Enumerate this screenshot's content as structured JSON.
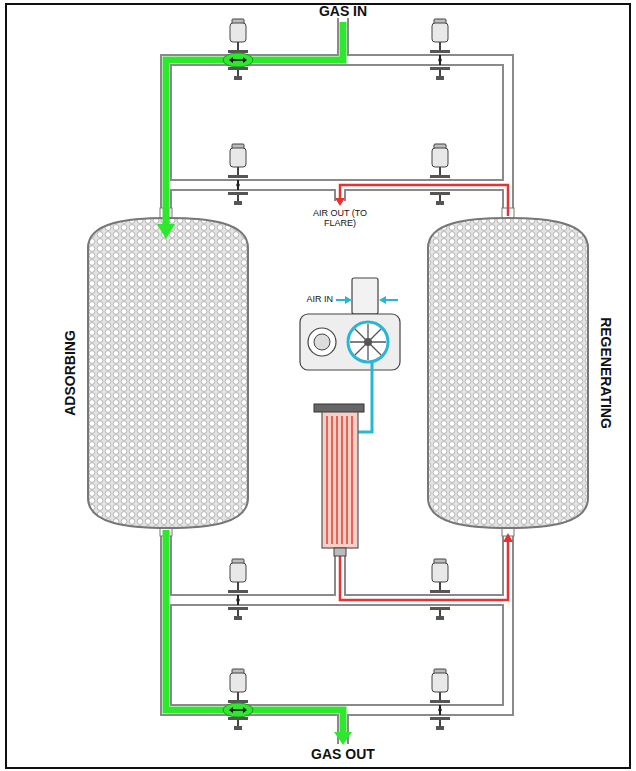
{
  "diagram": {
    "nodes": [
      {
        "text": [
          "ADSORBING"
        ]
      },
      {
        "text": [
          "REGENERATING"
        ]
      }
    ],
    "labels": [
      "GAS IN",
      "AIR OUT (TO FLARE)",
      "AIR IN",
      "GAS OUT"
    ]
  }
}
